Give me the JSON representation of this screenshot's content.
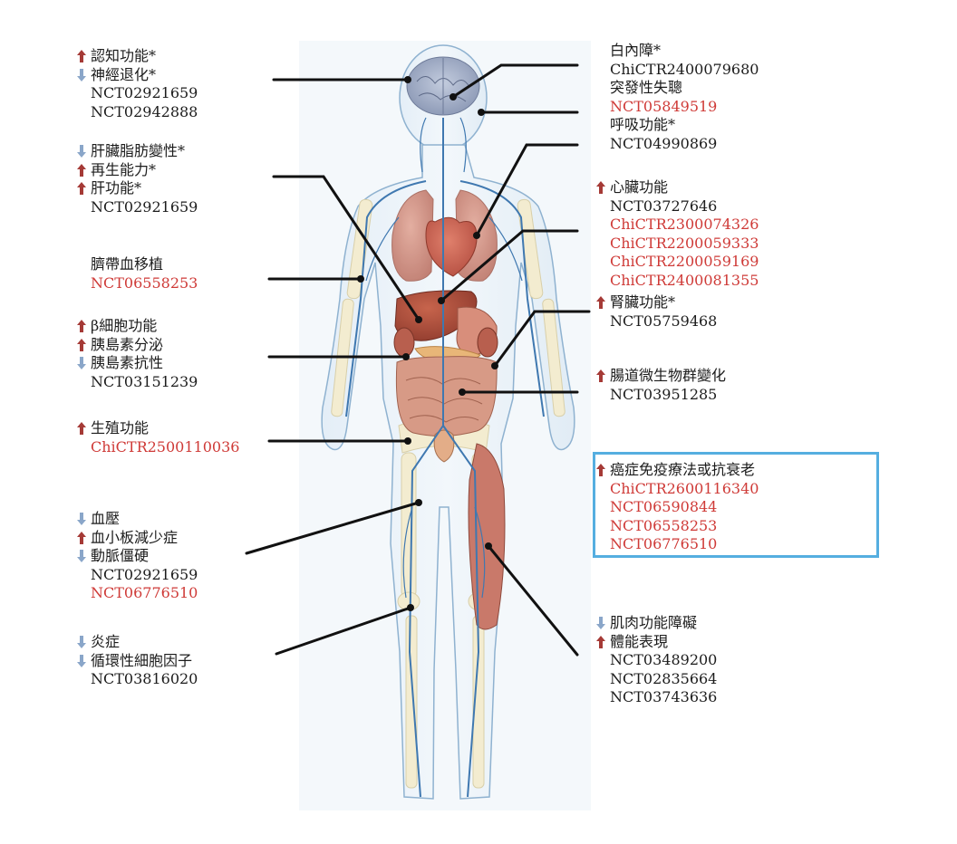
{
  "colors": {
    "up_arrow": "#a53a36",
    "down_arrow": "#8aa6c9",
    "trial_red": "#cf3a37",
    "text": "#1c1c1c",
    "leader_line": "#111111",
    "highlight_box": "#55aee0",
    "body_outline": "#8fb2d0",
    "vessels": "#3f78b0",
    "organs": "#c9796a"
  },
  "icons": {
    "up": "up-arrow-icon",
    "down": "down-arrow-icon"
  },
  "groups": [
    {
      "id": "brain",
      "effects": [
        {
          "dir": "up",
          "text": "認知功能*"
        },
        {
          "dir": "down",
          "text": "神經退化*"
        }
      ],
      "trials": [
        {
          "id": "NCT02921659",
          "color": "black"
        },
        {
          "id": "NCT02942888",
          "color": "black"
        }
      ]
    },
    {
      "id": "liver",
      "effects": [
        {
          "dir": "down",
          "text": "肝臟脂肪變性*"
        },
        {
          "dir": "up",
          "text": "再生能力*"
        },
        {
          "dir": "up",
          "text": "肝功能*"
        }
      ],
      "trials": [
        {
          "id": "NCT02921659",
          "color": "black"
        }
      ]
    },
    {
      "id": "cord-blood",
      "effects": [
        {
          "dir": "none",
          "text": "臍帶血移植"
        }
      ],
      "trials": [
        {
          "id": "NCT06558253",
          "color": "red"
        }
      ]
    },
    {
      "id": "pancreas",
      "effects": [
        {
          "dir": "up",
          "text": "β細胞功能"
        },
        {
          "dir": "up",
          "text": "胰島素分泌"
        },
        {
          "dir": "down",
          "text": "胰島素抗性"
        }
      ],
      "trials": [
        {
          "id": "NCT03151239",
          "color": "black"
        }
      ]
    },
    {
      "id": "reproductive",
      "effects": [
        {
          "dir": "up",
          "text": "生殖功能"
        }
      ],
      "trials": [
        {
          "id": "ChiCTR2500110036",
          "color": "red"
        }
      ]
    },
    {
      "id": "blood",
      "effects": [
        {
          "dir": "down",
          "text": "血壓"
        },
        {
          "dir": "up",
          "text": "血小板減少症"
        },
        {
          "dir": "down",
          "text": "動脈僵硬"
        }
      ],
      "trials": [
        {
          "id": "NCT02921659",
          "color": "black"
        },
        {
          "id": "NCT06776510",
          "color": "red"
        }
      ]
    },
    {
      "id": "inflammation",
      "effects": [
        {
          "dir": "down",
          "text": "炎症"
        },
        {
          "dir": "down",
          "text": "循環性細胞因子"
        }
      ],
      "trials": [
        {
          "id": "NCT03816020",
          "color": "black"
        }
      ]
    },
    {
      "id": "eye-ear-lung",
      "effects": [
        {
          "dir": "none",
          "text": "白內障*"
        }
      ],
      "trials": [
        {
          "id": "ChiCTR2400079680",
          "color": "black"
        }
      ],
      "more": [
        {
          "dir": "none",
          "text": "突發性失聰"
        },
        {
          "trial": "NCT05849519",
          "color": "red"
        },
        {
          "dir": "none",
          "text": "呼吸功能*"
        },
        {
          "trial": "NCT04990869",
          "color": "black"
        }
      ]
    },
    {
      "id": "heart",
      "effects": [
        {
          "dir": "up",
          "text": "心臟功能"
        }
      ],
      "trials": [
        {
          "id": "NCT03727646",
          "color": "black"
        },
        {
          "id": "ChiCTR2300074326",
          "color": "red"
        },
        {
          "id": "ChiCTR2200059333",
          "color": "red"
        },
        {
          "id": "ChiCTR2200059169",
          "color": "red"
        },
        {
          "id": "ChiCTR2400081355",
          "color": "red"
        }
      ]
    },
    {
      "id": "kidney",
      "effects": [
        {
          "dir": "up",
          "text": "腎臟功能*"
        }
      ],
      "trials": [
        {
          "id": "NCT05759468",
          "color": "black"
        }
      ]
    },
    {
      "id": "gut",
      "effects": [
        {
          "dir": "up",
          "text": "腸道微生物群變化"
        }
      ],
      "trials": [
        {
          "id": "NCT03951285",
          "color": "black"
        }
      ]
    },
    {
      "id": "cancer",
      "effects": [
        {
          "dir": "up",
          "text": "癌症免疫療法或抗衰老"
        }
      ],
      "trials": [
        {
          "id": "ChiCTR2600116340",
          "color": "red"
        },
        {
          "id": "NCT06590844",
          "color": "red"
        },
        {
          "id": "NCT06558253",
          "color": "red"
        },
        {
          "id": "NCT06776510",
          "color": "red"
        }
      ]
    },
    {
      "id": "muscle",
      "effects": [
        {
          "dir": "down",
          "text": "肌肉功能障礙"
        },
        {
          "dir": "up",
          "text": "體能表現"
        }
      ],
      "trials": [
        {
          "id": "NCT03489200",
          "color": "black"
        },
        {
          "id": "NCT02835664",
          "color": "black"
        },
        {
          "id": "NCT03743636",
          "color": "black"
        }
      ]
    }
  ]
}
